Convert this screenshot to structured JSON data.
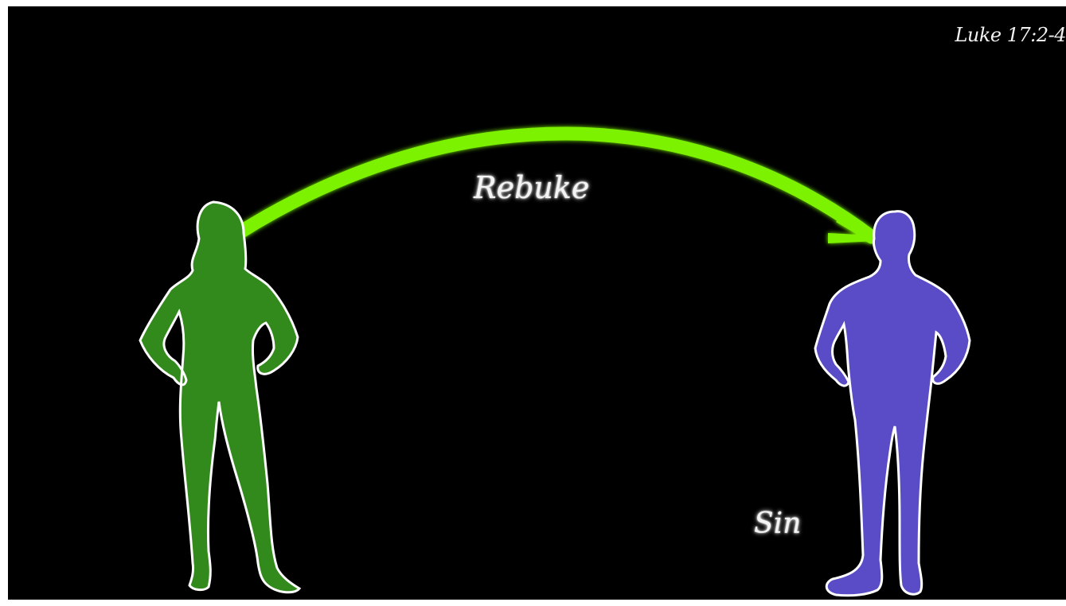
{
  "slide": {
    "reference": "Luke 17:2-4",
    "arrow_label": "Rebuke",
    "receiver_label": "Sin"
  },
  "colors": {
    "background": "#000000",
    "left_figure": "#338a1c",
    "right_figure": "#5a4cc6",
    "arrow": "#7cf200",
    "outline": "#ffffff"
  },
  "figures": [
    {
      "role": "speaker",
      "icon": "woman-silhouette-icon",
      "color": "#338a1c"
    },
    {
      "role": "receiver",
      "icon": "man-silhouette-icon",
      "color": "#5a4cc6"
    }
  ]
}
